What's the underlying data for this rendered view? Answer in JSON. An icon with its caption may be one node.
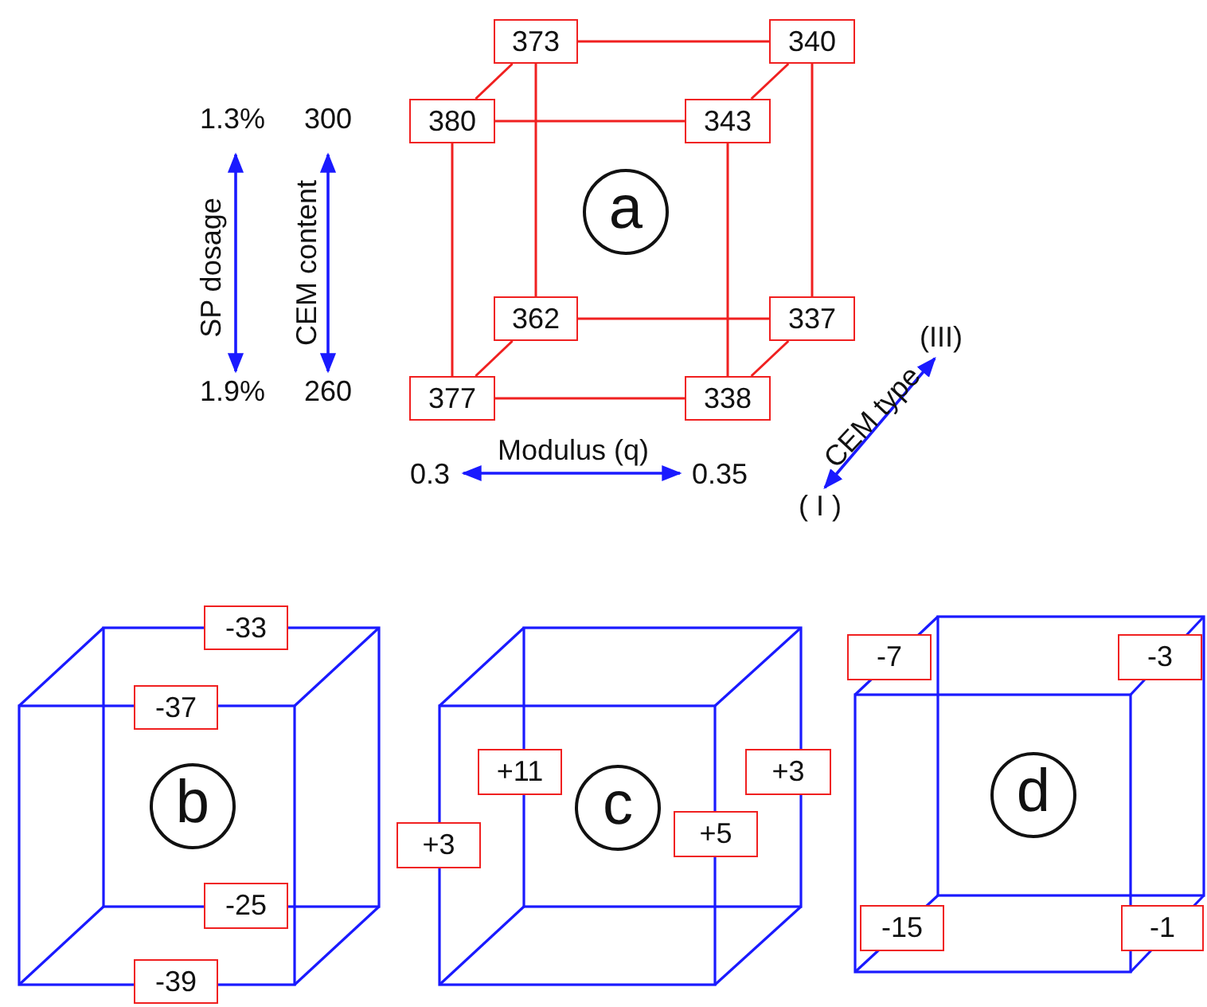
{
  "diagram": {
    "nodes": [
      {
        "text": [
          "373"
        ]
      },
      {
        "text": [
          "340"
        ]
      },
      {
        "text": [
          "380"
        ]
      },
      {
        "text": [
          "343"
        ]
      },
      {
        "text": [
          "a"
        ]
      },
      {
        "text": [
          "362"
        ]
      },
      {
        "text": [
          "337"
        ]
      },
      {
        "text": [
          "377"
        ]
      },
      {
        "text": [
          "338"
        ]
      },
      {
        "text": [
          "-33"
        ]
      },
      {
        "text": [
          "-37"
        ]
      },
      {
        "text": [
          "b"
        ]
      },
      {
        "text": [
          "-25"
        ]
      },
      {
        "text": [
          "-39"
        ]
      },
      {
        "text": [
          "+11"
        ]
      },
      {
        "text": [
          "+3"
        ]
      },
      {
        "text": [
          "c"
        ]
      },
      {
        "text": [
          "+3"
        ]
      },
      {
        "text": [
          "+5"
        ]
      },
      {
        "text": [
          "-7"
        ]
      },
      {
        "text": [
          "-3"
        ]
      },
      {
        "text": [
          "d"
        ]
      },
      {
        "text": [
          "-15"
        ]
      },
      {
        "text": [
          "-1"
        ]
      }
    ],
    "edges": [
      {
        "from": 0,
        "to": 1,
        "arrow": "none"
      },
      {
        "from": 0,
        "to": 2,
        "arrow": "none"
      },
      {
        "from": 1,
        "to": 3,
        "arrow": "none"
      },
      {
        "from": 2,
        "to": 3,
        "arrow": "none"
      },
      {
        "from": 0,
        "to": 5,
        "arrow": "none"
      },
      {
        "from": 1,
        "to": 6,
        "arrow": "none"
      },
      {
        "from": 2,
        "to": 7,
        "arrow": "none"
      },
      {
        "from": 3,
        "to": 8,
        "arrow": "none"
      },
      {
        "from": 5,
        "to": 6,
        "arrow": "none"
      },
      {
        "from": 5,
        "to": 7,
        "arrow": "none"
      },
      {
        "from": 6,
        "to": 8,
        "arrow": "none"
      },
      {
        "from": 7,
        "to": 8,
        "arrow": "none"
      }
    ],
    "labels": [
      "1.3%",
      "300",
      "SP dosage",
      "CEM content",
      "1.9%",
      "260",
      "Modulus (q)",
      "0.3",
      "0.35",
      "CEM type",
      "(III)",
      "( I )"
    ]
  }
}
